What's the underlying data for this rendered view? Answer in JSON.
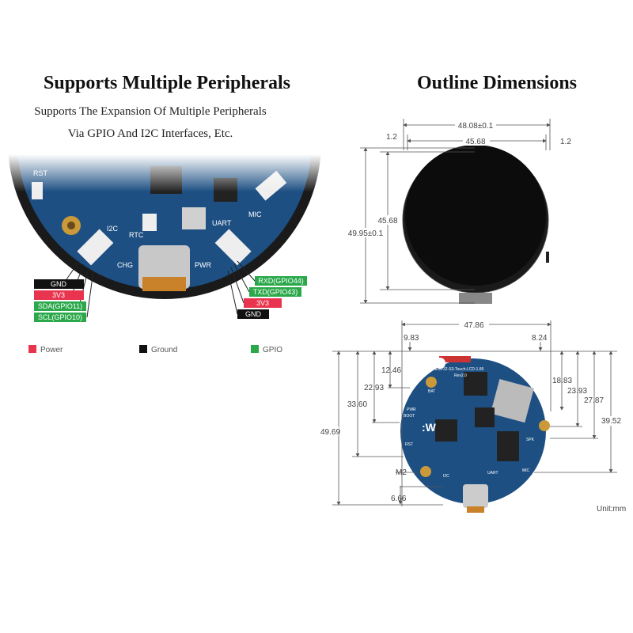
{
  "left": {
    "title": "Supports Multiple Peripherals",
    "subtitle_line1": "Supports The Expansion Of Multiple Peripherals",
    "subtitle_line2": "Via GPIO And I2C Interfaces, Etc.",
    "board_labels": {
      "rst": "RST",
      "rtc": "RTC",
      "i2c": "I2C",
      "uart": "UART",
      "mic": "MIC",
      "pwr": "PWR",
      "chg": "CHG"
    },
    "i2c_pins": [
      {
        "label": "GND",
        "type": "ground"
      },
      {
        "label": "3V3",
        "type": "power"
      },
      {
        "label": "SDA(GPIO11)",
        "type": "gpio"
      },
      {
        "label": "SCL(GPIO10)",
        "type": "gpio"
      }
    ],
    "uart_pins": [
      {
        "label": "RXD(GPIO44)",
        "type": "gpio"
      },
      {
        "label": "TXD(GPIO43)",
        "type": "gpio"
      },
      {
        "label": "3V3",
        "type": "power"
      },
      {
        "label": "GND",
        "type": "ground"
      }
    ],
    "legend": [
      {
        "label": "Power",
        "color": "#e8344e"
      },
      {
        "label": "Ground",
        "color": "#111111"
      },
      {
        "label": "GPIO",
        "color": "#2aa84a"
      }
    ]
  },
  "right": {
    "title": "Outline Dimensions",
    "top_view": {
      "width_total": "48.08±0.1",
      "width_display": "45.68",
      "margin_left": "1.2",
      "margin_right": "1.2",
      "height_display": "45.68",
      "height_total": "49.95±0.1"
    },
    "bottom_view": {
      "width": "47.86",
      "left_offset": "9.83",
      "right_offset": "8.24",
      "left_dims": [
        "12.46",
        "22.93",
        "33.60",
        "49.69",
        "6.66"
      ],
      "right_dims": [
        "18.83",
        "23.93",
        "27.87",
        "39.52"
      ],
      "hole_label": "M2",
      "board_labels": {
        "pwr": "PWR",
        "boot": "BOOT",
        "rst": "RST",
        "bat": "BAT",
        "i2c": "I2C",
        "uart": "UART",
        "spk": "SPK",
        "mic": "MIC",
        "model": "ESP32-S3-Touch-LCD-1.85",
        "rev": "Rev2.0"
      },
      "unit": "Unit:mm"
    }
  }
}
